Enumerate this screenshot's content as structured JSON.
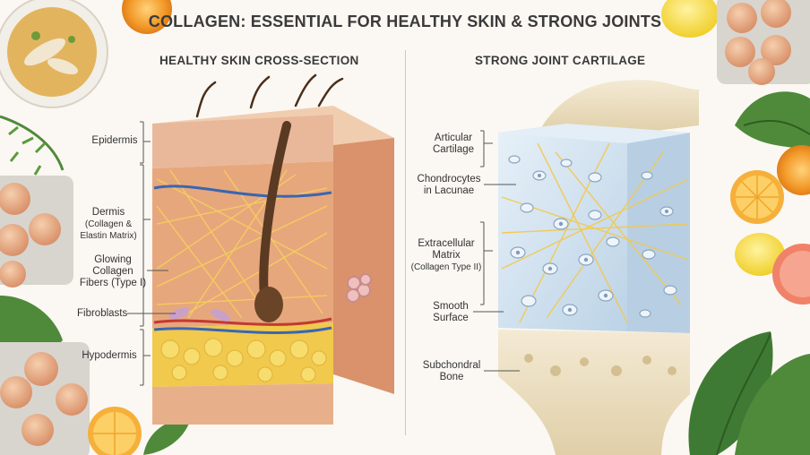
{
  "title": "COLLAGEN: ESSENTIAL FOR HEALTHY SKIN & STRONG JOINTS",
  "skin": {
    "heading": "HEALTHY SKIN CROSS-SECTION",
    "labels": {
      "epidermis": "Epidermis",
      "dermis_main": "Dermis",
      "dermis_sub1": "(Collagen &",
      "dermis_sub2": "Elastin Matrix)",
      "fibers_1": "Glowing",
      "fibers_2": "Collagen",
      "fibers_3": "Fibers (Type I)",
      "fibroblasts": "Fibroblasts",
      "hypodermis": "Hypodermis"
    }
  },
  "joint": {
    "heading": "STRONG JOINT CARTILAGE",
    "labels": {
      "articular_1": "Articular",
      "articular_2": "Cartilage",
      "chondro_1": "Chondrocytes",
      "chondro_2": "in Lacunae",
      "ecm_1": "Extracellular",
      "ecm_2": "Matrix",
      "ecm_3": "(Collagen Type II)",
      "smooth_1": "Smooth",
      "smooth_2": "Surface",
      "subchondral_1": "Subchondral",
      "subchondral_2": "Bone"
    }
  },
  "colors": {
    "epidermis": "#e9b89a",
    "dermis": "#e7a77d",
    "fiber": "#f6d25a",
    "hypodermis": "#f0c94d",
    "cartilage": "#cfe1ef",
    "bone": "#e8d8b8",
    "orange": "#f39a2a",
    "lemon": "#f4d63a",
    "egg": "#e9a97b",
    "leaf": "#4f8a3a"
  }
}
